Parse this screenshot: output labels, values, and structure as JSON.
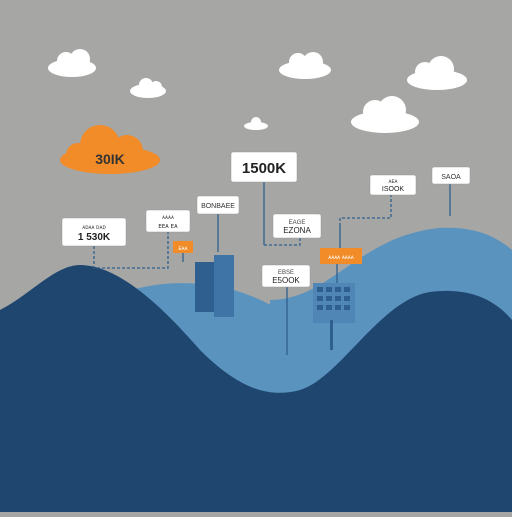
{
  "colors": {
    "sky": "#a6a6a4",
    "cloud": "#ffffff",
    "orange": "#f28c28",
    "mountain_dark": "#1f466f",
    "mountain_light": "#5b93bf",
    "building": "#4f86b6",
    "connector": "#2f5f8f",
    "label_text": "#333333"
  },
  "highlight_cloud": {
    "label": "30IK",
    "icon": "orange-cloud-icon"
  },
  "labels": {
    "label_1500k": {
      "main": "1500K"
    },
    "label_left": {
      "line1": "ᴀᴅᴀᴀ ᴅᴀᴅ",
      "line2": "1 530K"
    },
    "label_mid_left": {
      "line1": "ᴀᴀᴀᴀ",
      "line2": "ᴇᴇᴀ ᴇᴀ"
    },
    "label_bonbaee": {
      "main": "BONBAEE"
    },
    "label_ezona": {
      "line1": "EAGE",
      "line2": "EZONA"
    },
    "label_ebsook": {
      "line1": "EBSE",
      "line2": "E5OOK"
    },
    "label_isook": {
      "line1": "ᴀᴇᴀ",
      "line2": "ISOOK"
    },
    "label_saoa": {
      "main": "SAOA"
    }
  },
  "orange_tags": {
    "tag_small": "ᴇᴀᴀ",
    "tag_right": "ᴀᴀᴀᴀ\nᴀᴀᴀᴀ"
  }
}
